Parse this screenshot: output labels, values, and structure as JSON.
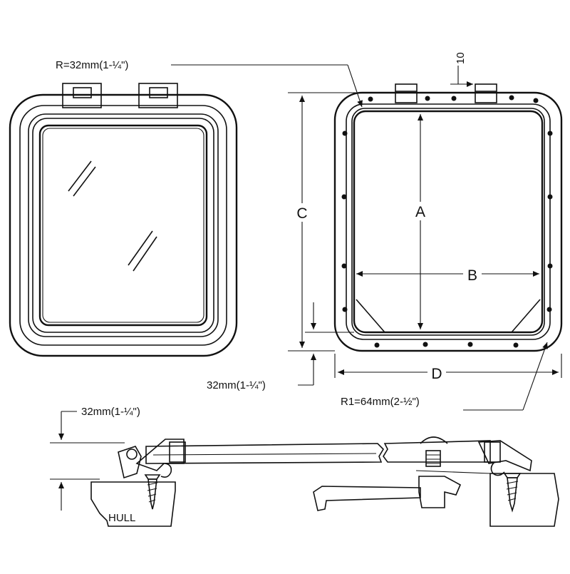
{
  "labels": {
    "corner_radius": "R=32mm(1-¼\")",
    "hinge_gap": "10",
    "dim_c": "C",
    "dim_a": "A",
    "dim_b": "B",
    "dim_d": "D",
    "flange_width": "32mm(1-¼\")",
    "outer_radius": "R1=64mm(2-½\")",
    "height_offset": "32mm(1-¼\")",
    "hull": "HULL"
  }
}
